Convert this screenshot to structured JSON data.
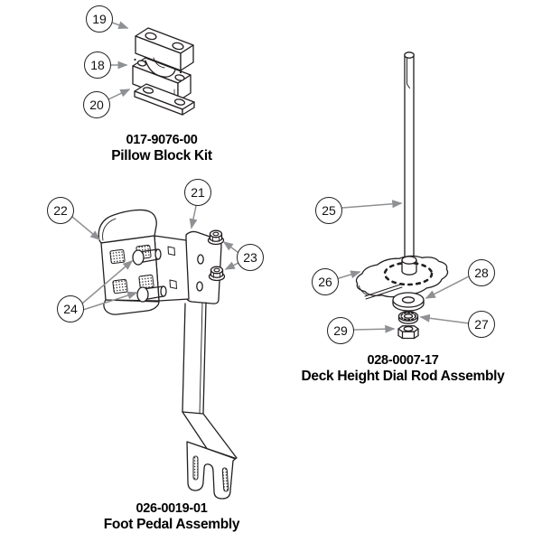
{
  "colors": {
    "background": "#ffffff",
    "line": "#231f20",
    "arrow": "#8e9093",
    "callout_border": "#231f20",
    "text": "#000000"
  },
  "assemblies": [
    {
      "id": "pillow-block-kit",
      "part_number": "017-9076-00",
      "name": "Pillow Block Kit",
      "callouts": [
        {
          "label": "19"
        },
        {
          "label": "18"
        },
        {
          "label": "20"
        }
      ]
    },
    {
      "id": "foot-pedal-assembly",
      "part_number": "026-0019-01",
      "name": "Foot Pedal Assembly",
      "callouts": [
        {
          "label": "22"
        },
        {
          "label": "21"
        },
        {
          "label": "23"
        },
        {
          "label": "24"
        }
      ]
    },
    {
      "id": "deck-height-dial-rod-assembly",
      "part_number": "028-0007-17",
      "name": "Deck Height Dial Rod Assembly",
      "callouts": [
        {
          "label": "25"
        },
        {
          "label": "26"
        },
        {
          "label": "28"
        },
        {
          "label": "27"
        },
        {
          "label": "29"
        }
      ]
    }
  ]
}
